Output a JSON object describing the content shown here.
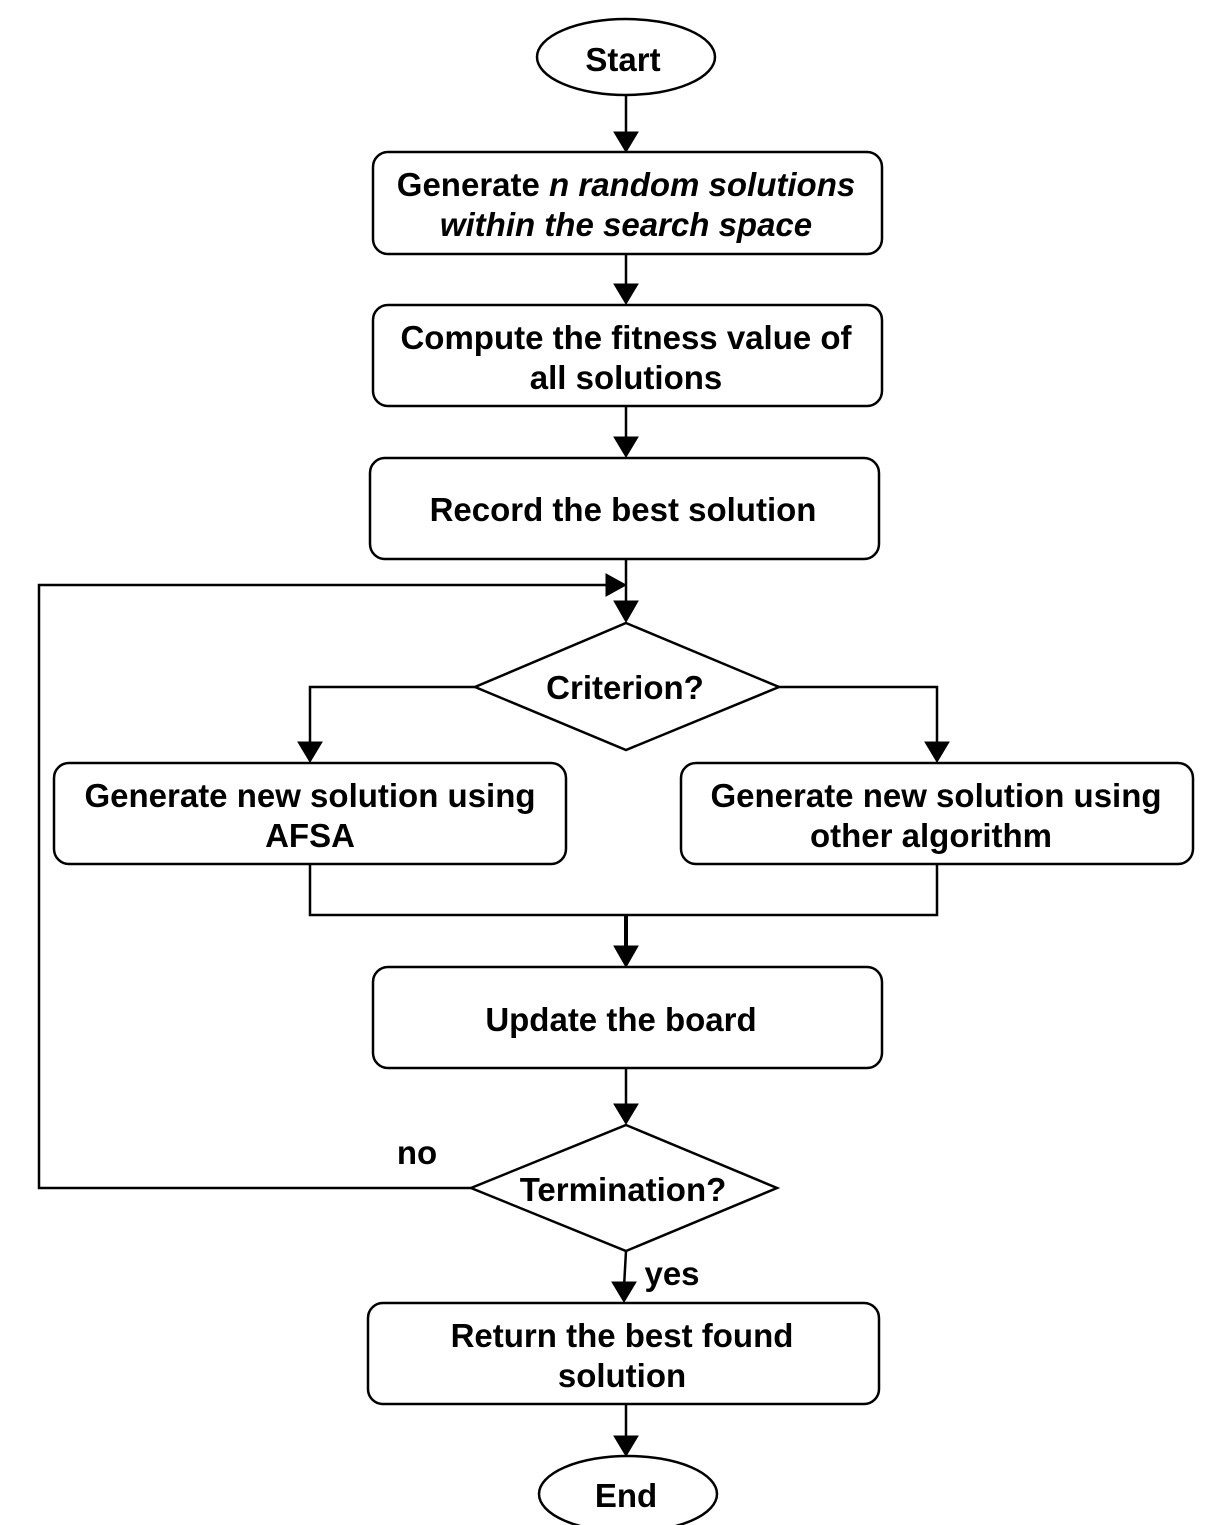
{
  "nodes": {
    "start": "Start",
    "generate_prefix": "Generate ",
    "generate_italic_1": "n random solutions",
    "generate_italic_2": "within the search space",
    "compute_1": "Compute the fitness value of",
    "compute_2": "all solutions",
    "record": "Record the best solution",
    "criterion": "Criterion?",
    "afsa_1": "Generate new solution using",
    "afsa_2": "AFSA",
    "other_1": "Generate new solution using",
    "other_2": "other algorithm",
    "update": "Update the board",
    "termination": "Termination?",
    "return_1": "Return the best found",
    "return_2": "solution",
    "end": "End"
  },
  "edge_labels": {
    "no": "no",
    "yes": "yes"
  }
}
